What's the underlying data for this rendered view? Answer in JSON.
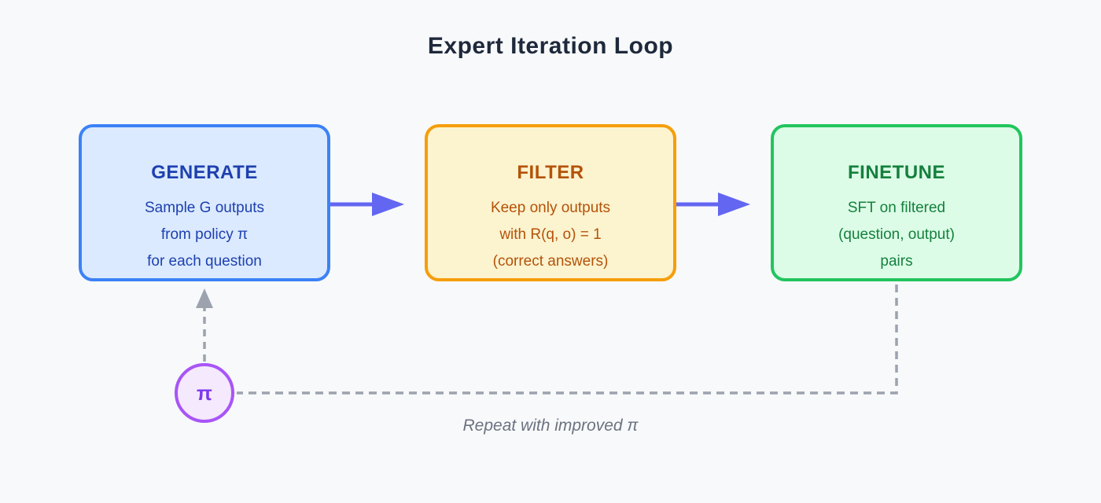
{
  "title": "Expert Iteration Loop",
  "boxes": [
    {
      "id": "generate",
      "title": "GENERATE",
      "lines": [
        "Sample G outputs",
        "from policy π",
        "for each question"
      ]
    },
    {
      "id": "filter",
      "title": "FILTER",
      "lines": [
        "Keep only outputs",
        "with R(q, o) = 1",
        "(correct answers)"
      ]
    },
    {
      "id": "finetune",
      "title": "FINETUNE",
      "lines": [
        "SFT on filtered",
        "(question, output)",
        "pairs"
      ]
    }
  ],
  "loop_node": {
    "label": "π"
  },
  "caption": "Repeat with improved π",
  "colors": {
    "background": "#f8f9fa",
    "title_text": "#1e293b",
    "solid_arrow": "#6366f1",
    "dashed_line": "#9ca3af",
    "generate_fill": "#dbeafe",
    "generate_border": "#3b82f6",
    "generate_text": "#1e40af",
    "filter_fill": "#fcf3cf",
    "filter_border": "#f59e0b",
    "filter_text": "#b45309",
    "finetune_fill": "#dcfce7",
    "finetune_border": "#22c55e",
    "finetune_text": "#15803d",
    "node_fill": "#f5e9fe",
    "node_border": "#a855f7",
    "node_text": "#7c3aed",
    "caption_text": "#6b7280"
  }
}
